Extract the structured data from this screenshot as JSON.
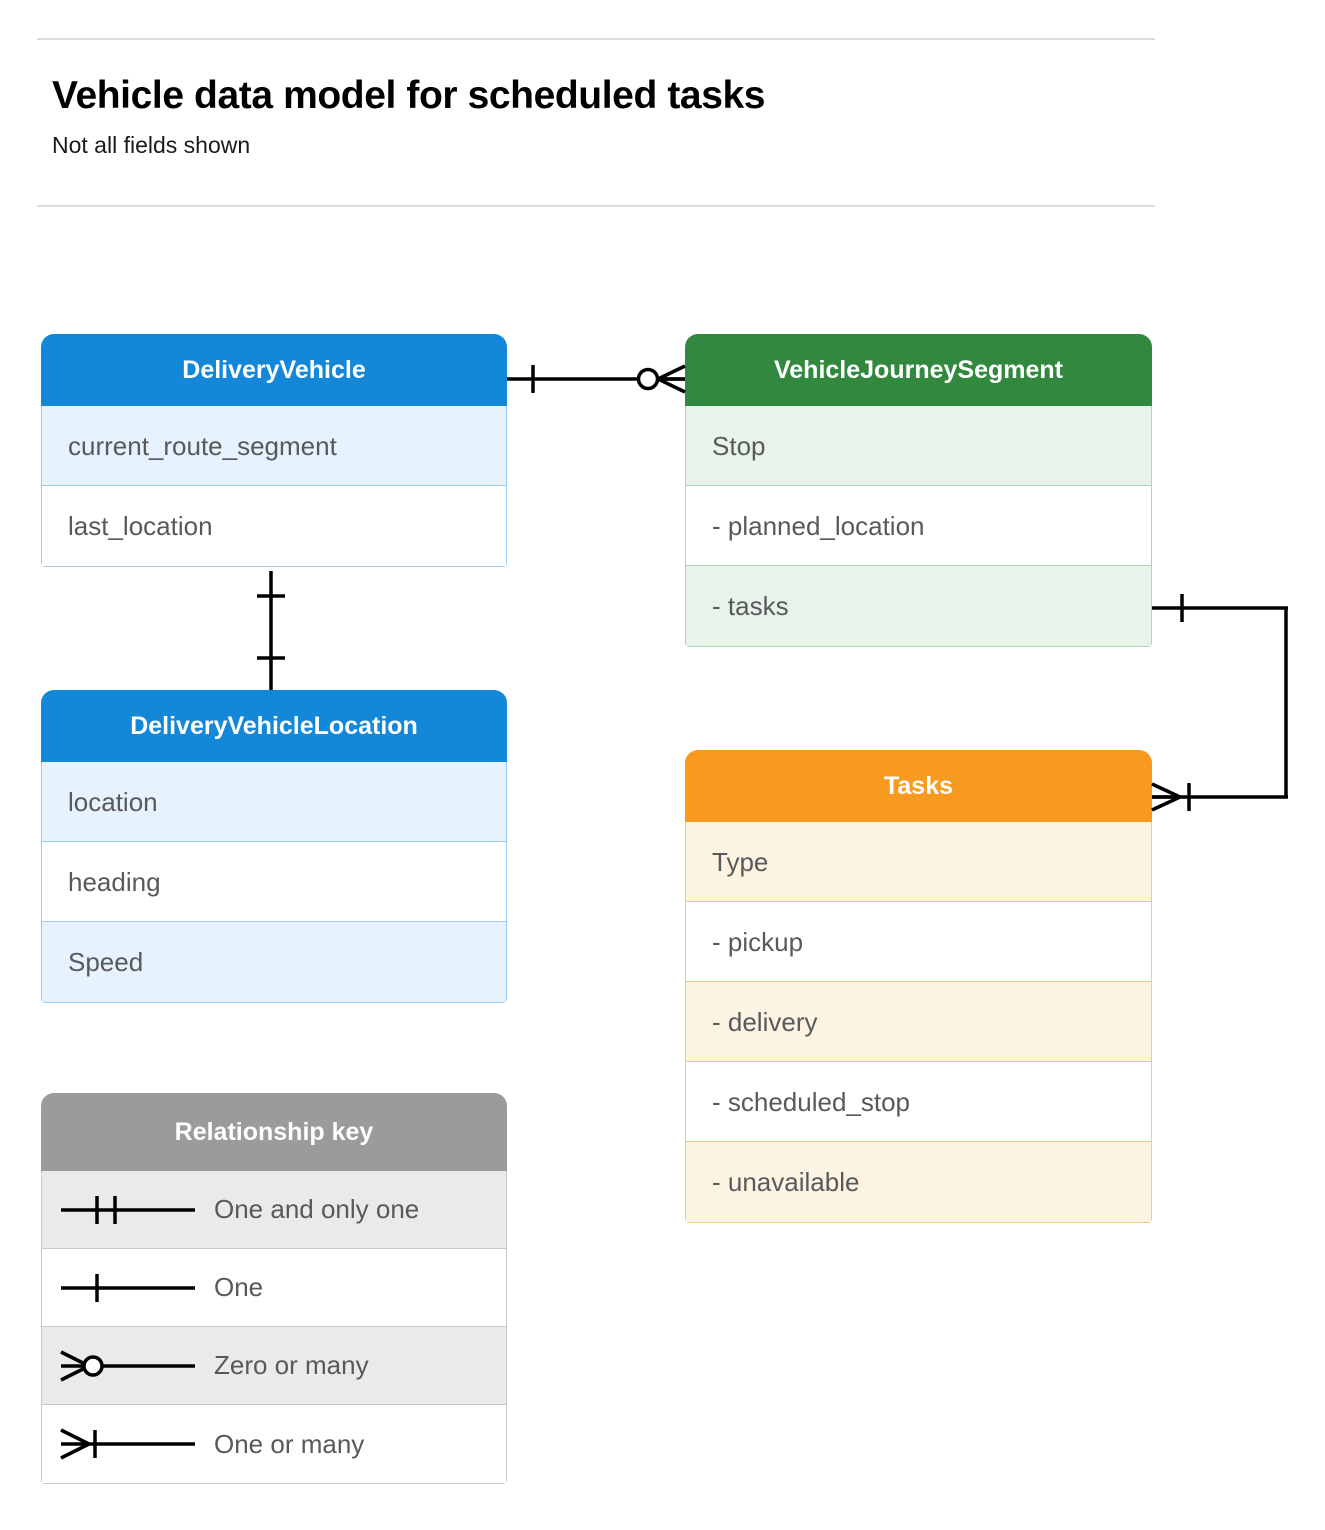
{
  "header": {
    "title": "Vehicle data model for scheduled tasks",
    "subtitle": "Not all fields shown"
  },
  "colors": {
    "blue_header": "#1387d8",
    "blue_row": "#e6f2fd",
    "blue_border": "#9fcdf1",
    "green_header": "#33883f",
    "green_row": "#e8f4ea",
    "green_border": "#a8d9b1",
    "orange_header": "#f89a20",
    "orange_row": "#fdf3e2",
    "orange_border": "#fbc979",
    "gray_header": "#9b9b9b",
    "gray_row": "#eaeaea",
    "gray_border": "#c9c9c9",
    "text": "#58595b",
    "line": "#000000"
  },
  "entities": [
    {
      "id": "delivery-vehicle",
      "name": "DeliveryVehicle",
      "color": "blue",
      "fields": [
        {
          "label": "current_route_segment",
          "shaded": true
        },
        {
          "label": "last_location",
          "shaded": false
        }
      ]
    },
    {
      "id": "vehicle-journey-segment",
      "name": "VehicleJourneySegment",
      "color": "green",
      "fields": [
        {
          "label": "Stop",
          "shaded": true
        },
        {
          "label": "-  planned_location",
          "shaded": false
        },
        {
          "label": "- tasks",
          "shaded": true
        }
      ]
    },
    {
      "id": "delivery-vehicle-location",
      "name": "DeliveryVehicleLocation",
      "color": "blue",
      "fields": [
        {
          "label": "location",
          "shaded": true
        },
        {
          "label": "heading",
          "shaded": false
        },
        {
          "label": "Speed",
          "shaded": true
        }
      ]
    },
    {
      "id": "tasks",
      "name": "Tasks",
      "color": "orange",
      "fields": [
        {
          "label": "Type",
          "shaded": true
        },
        {
          "label": "-  pickup",
          "shaded": false
        },
        {
          "label": "-  delivery",
          "shaded": true
        },
        {
          "label": "-  scheduled_stop",
          "shaded": false
        },
        {
          "label": "-  unavailable",
          "shaded": true
        }
      ]
    }
  ],
  "legend": {
    "title": "Relationship key",
    "items": [
      {
        "symbol": "one-and-only-one",
        "label": "One and only one",
        "shaded": true
      },
      {
        "symbol": "one",
        "label": "One",
        "shaded": false
      },
      {
        "symbol": "zero-or-many",
        "label": "Zero or many",
        "shaded": true
      },
      {
        "symbol": "one-or-many",
        "label": "One or many",
        "shaded": false
      }
    ]
  },
  "relationships": [
    {
      "id": "vehicle-to-journey-segment",
      "from": "DeliveryVehicle",
      "from_cardinality": "one",
      "to": "VehicleJourneySegment",
      "to_cardinality": "zero-or-many"
    },
    {
      "id": "vehicle-to-vehicle-location",
      "from": "DeliveryVehicle",
      "from_cardinality": "one",
      "to": "DeliveryVehicleLocation",
      "to_cardinality": "one"
    },
    {
      "id": "journey-segment-tasks-to-tasks",
      "from": "VehicleJourneySegment.tasks",
      "from_cardinality": "one",
      "to": "Tasks",
      "to_cardinality": "one-or-many"
    }
  ]
}
